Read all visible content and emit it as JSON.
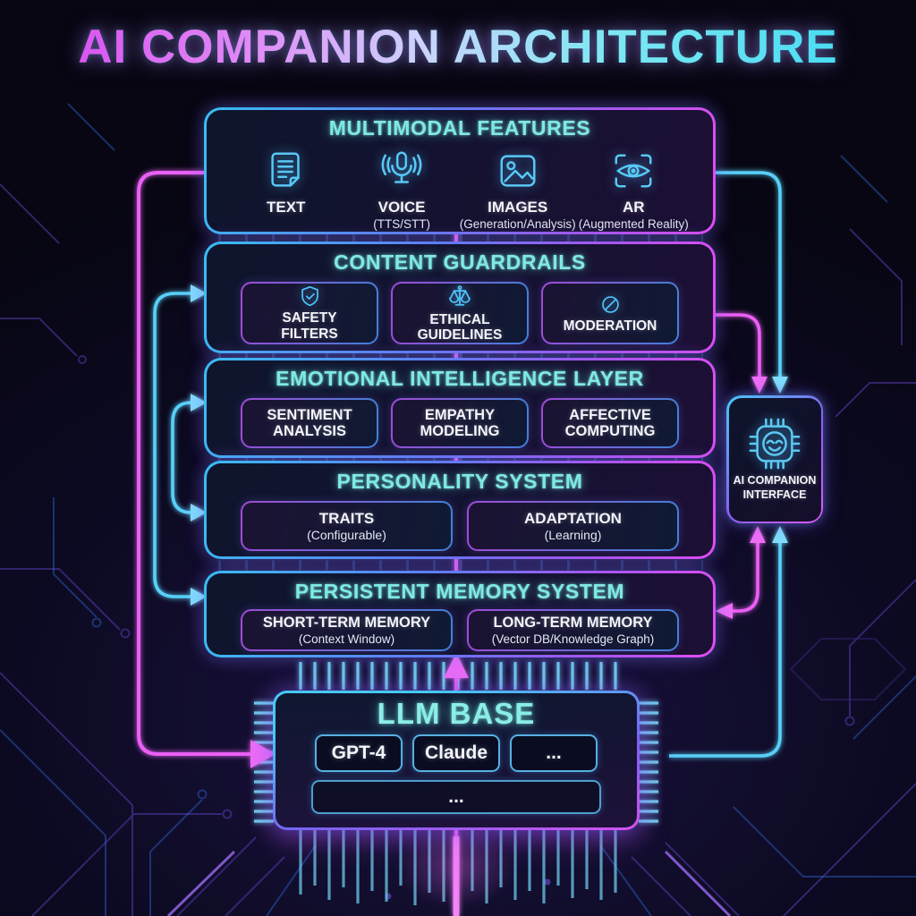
{
  "title": "AI COMPANION ARCHITECTURE",
  "colors": {
    "background": "#0a0918",
    "neon_cyan": "#58d0f8",
    "neon_magenta": "#ea5ef5",
    "header_teal": "#7fe9e2",
    "label_white": "#f3f5fb"
  },
  "multimodal": {
    "title": "MULTIMODAL FEATURES",
    "items": [
      {
        "icon": "text-document-icon",
        "label": "TEXT",
        "sub": ""
      },
      {
        "icon": "microphone-icon",
        "label": "VOICE",
        "sub": "(TTS/STT)"
      },
      {
        "icon": "image-icon",
        "label": "IMAGES",
        "sub": "(Generation/Analysis)"
      },
      {
        "icon": "ar-eye-icon",
        "label": "AR",
        "sub": "(Augmented Reality)"
      }
    ]
  },
  "guardrails": {
    "title": "CONTENT GUARDRAILS",
    "items": [
      {
        "icon": "shield-check-icon",
        "label": "SAFETY FILTERS"
      },
      {
        "icon": "scales-icon",
        "label": "ETHICAL GUIDELINES"
      },
      {
        "icon": "prohibition-icon",
        "label": "MODERATION"
      }
    ]
  },
  "emotional": {
    "title": "EMOTIONAL INTELLIGENCE LAYER",
    "items": [
      {
        "label": "SENTIMENT ANALYSIS"
      },
      {
        "label": "EMPATHY MODELING"
      },
      {
        "label": "AFFECTIVE COMPUTING"
      }
    ]
  },
  "personality": {
    "title": "PERSONALITY SYSTEM",
    "items": [
      {
        "label": "TRAITS",
        "sub": "(Configurable)"
      },
      {
        "label": "ADAPTATION",
        "sub": "(Learning)"
      }
    ]
  },
  "memory": {
    "title": "PERSISTENT MEMORY SYSTEM",
    "items": [
      {
        "label": "SHORT-TERM MEMORY",
        "sub": "(Context Window)"
      },
      {
        "label": "LONG-TERM MEMORY",
        "sub": "(Vector DB/Knowledge Graph)"
      }
    ]
  },
  "llm": {
    "title": "LLM BASE",
    "models": [
      "GPT-4",
      "Claude",
      "..."
    ],
    "more": "..."
  },
  "interface": {
    "icon": "chip-face-icon",
    "label": "AI COMPANION INTERFACE"
  }
}
